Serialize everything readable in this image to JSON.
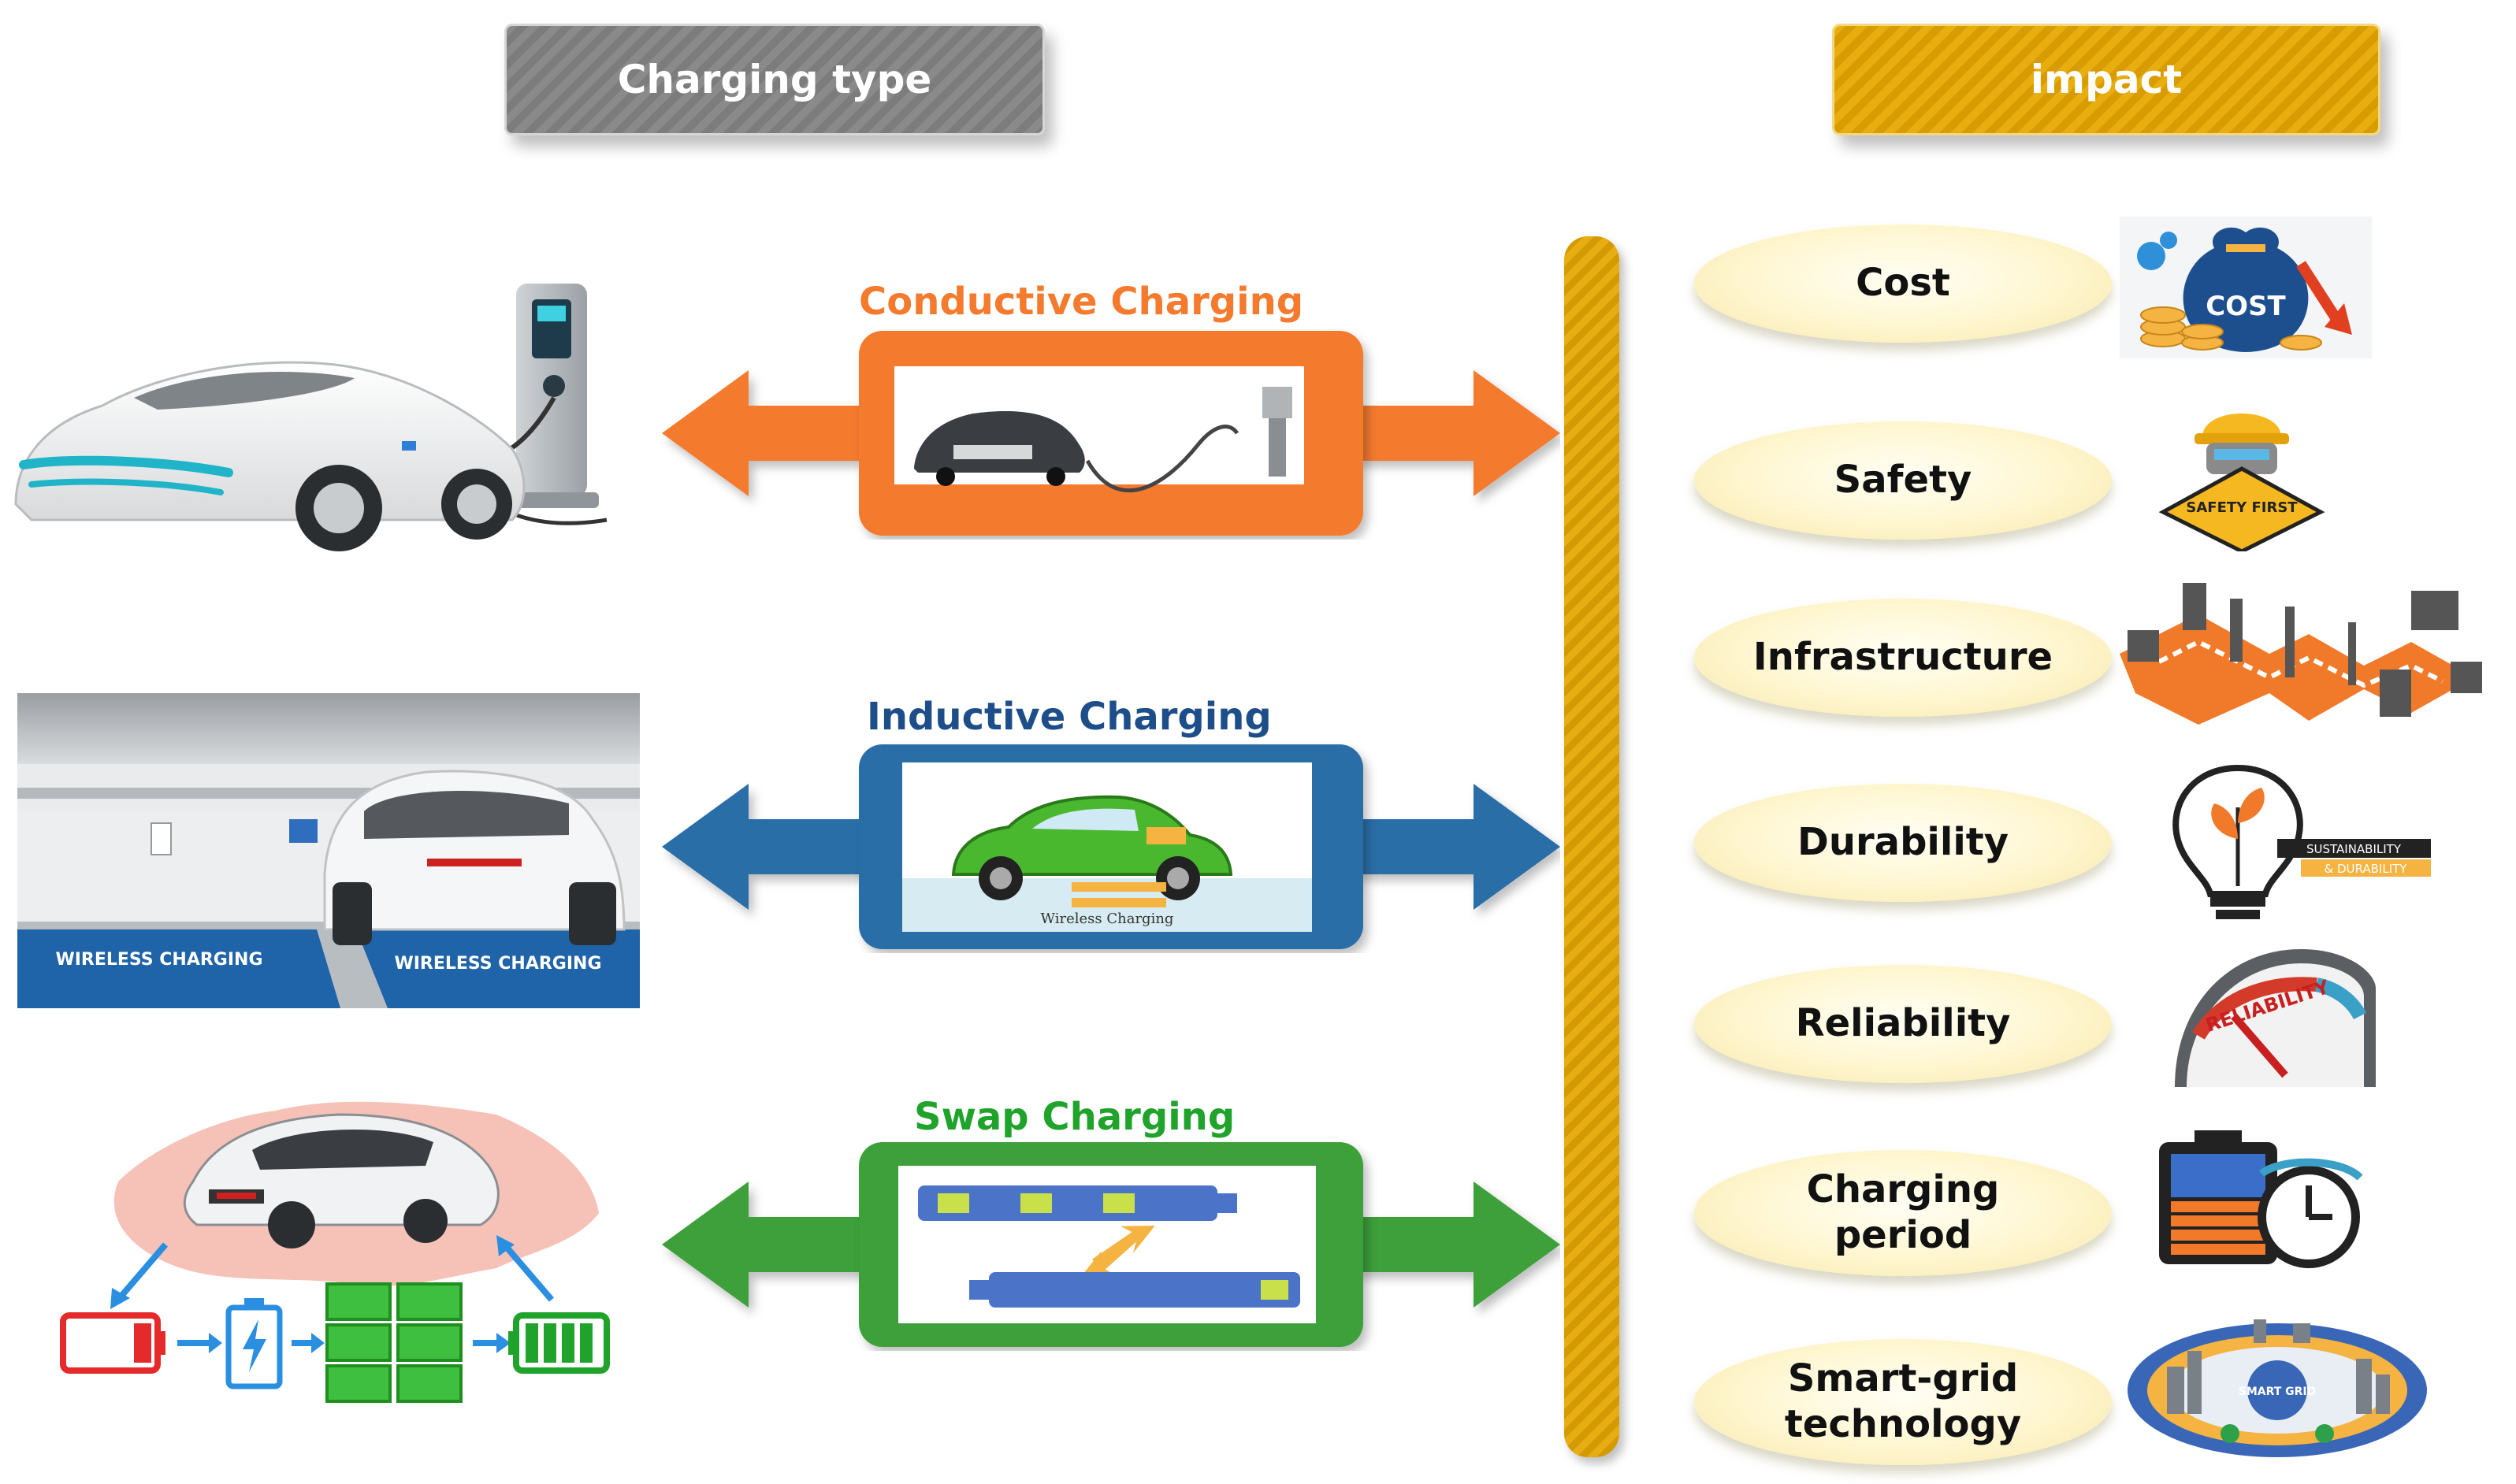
{
  "headers": {
    "left": "Charging type",
    "right": "impact"
  },
  "charging_types": [
    {
      "label": "Conductive Charging",
      "color": "#f47a2e"
    },
    {
      "label": "Inductive Charging",
      "color": "#1d4e89"
    },
    {
      "label": "Swap Charging",
      "color": "#1fa32a"
    }
  ],
  "impacts": [
    {
      "lines": [
        "Cost"
      ]
    },
    {
      "lines": [
        "Safety"
      ]
    },
    {
      "lines": [
        "Infrastructure"
      ]
    },
    {
      "lines": [
        "Durability"
      ]
    },
    {
      "lines": [
        "Reliability"
      ]
    },
    {
      "lines": [
        "Charging",
        "period"
      ]
    },
    {
      "lines": [
        "Smart-grid",
        "technology"
      ]
    }
  ],
  "icon_texts": {
    "cost_bag": "COST",
    "safety_sign": "SAFETY FIRST",
    "sustainability_1": "SUSTAINABILITY",
    "sustainability_2": "& DURABILITY",
    "reliability_gauge": "RELIABILITY",
    "wireless_panel": "Wireless Charging",
    "wireless_floor_left": "WIRELESS CHARGING",
    "wireless_floor_right": "WIRELESS CHARGING",
    "smart_grid_center": "SMART GRID"
  },
  "icons": [
    "conductive-charging-car-photo",
    "wireless-parking-photo",
    "battery-swap-network-illustration",
    "cost-money-bag-icon",
    "safety-first-worker-icon",
    "infrastructure-grid-map-icon",
    "sustainability-bulb-icon",
    "reliability-gauge-icon",
    "battery-clock-icon",
    "smart-grid-city-icon"
  ]
}
